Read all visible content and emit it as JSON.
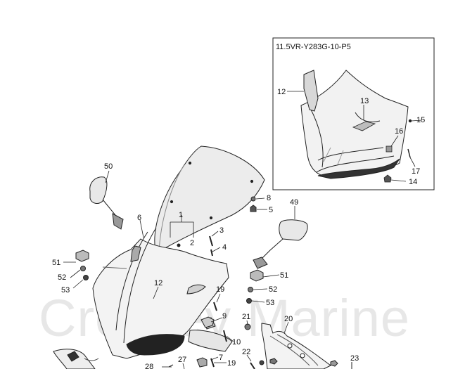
{
  "watermark": "Crowley Marine",
  "inset": {
    "title": "11.5VR-Y283G-10-P5",
    "callouts": [
      "12",
      "13",
      "15",
      "16",
      "17",
      "14"
    ]
  },
  "callouts": [
    "50",
    "6",
    "1",
    "2",
    "3",
    "4",
    "8",
    "5",
    "49",
    "51",
    "52",
    "53",
    "12",
    "19",
    "9",
    "10",
    "7",
    "19",
    "51",
    "52",
    "53",
    "21",
    "20",
    "22",
    "23",
    "28",
    "27"
  ]
}
